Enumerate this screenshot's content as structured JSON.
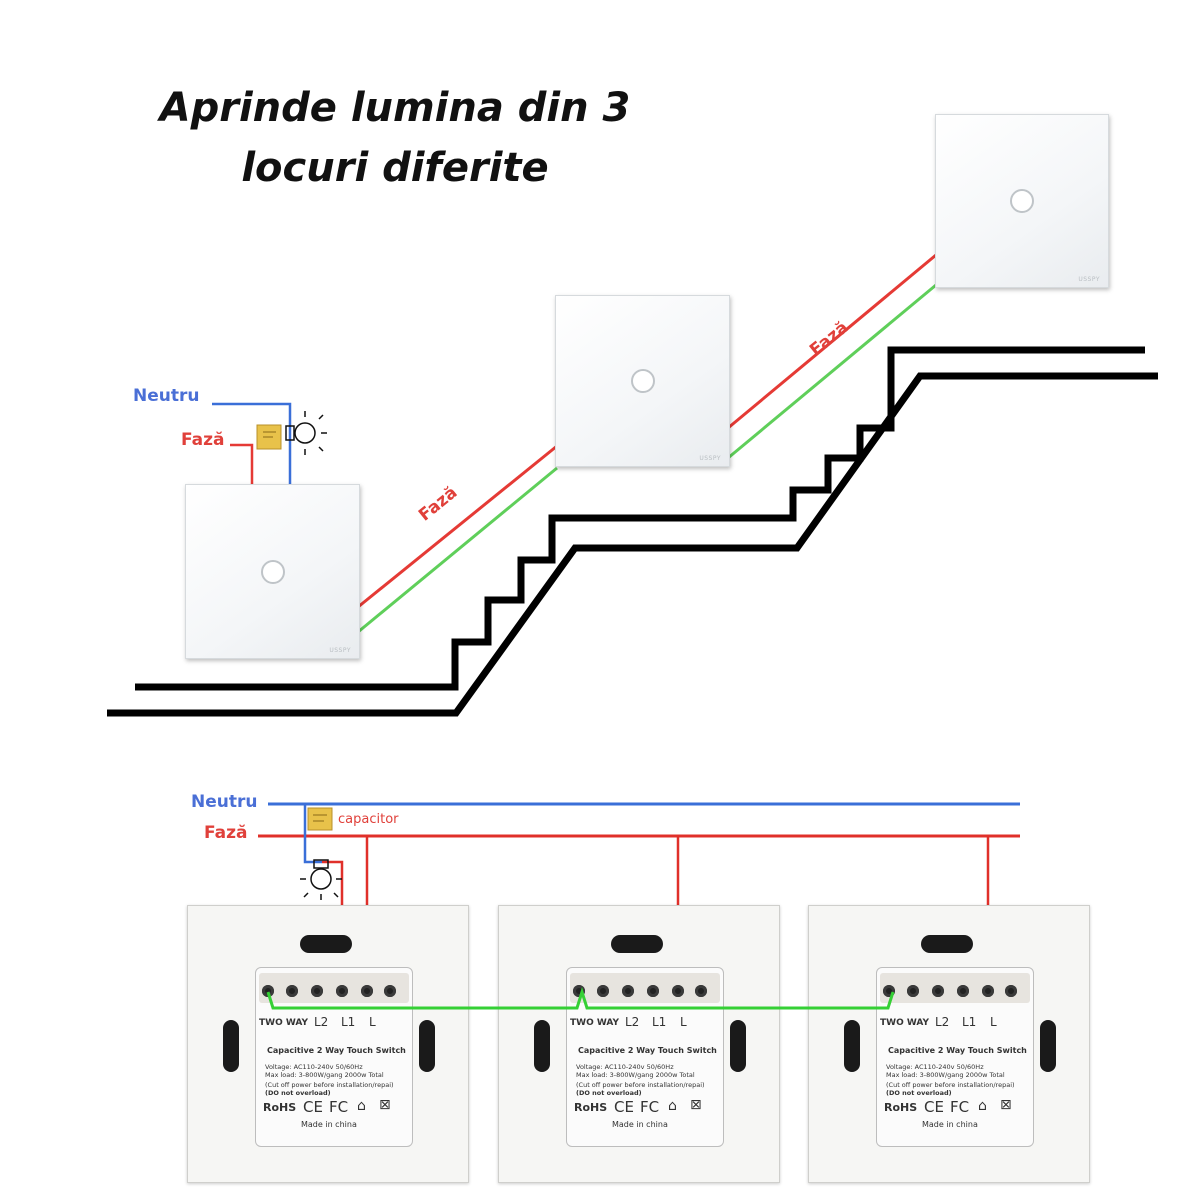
{
  "title": {
    "line1": "Aprinde lumina din 3",
    "line2": "locuri diferite"
  },
  "top_diagram": {
    "neutral_label": "Neutru",
    "phase_label": "Fază",
    "wire_label_1": "Fază",
    "wire_label_2": "Fază",
    "brand": "USSPY"
  },
  "bottom_diagram": {
    "neutral_label": "Neutru",
    "phase_label": "Fază",
    "capacitor_label": "capacitor",
    "module": {
      "mode": "TWO WAY",
      "terminals": [
        "L2",
        "L1",
        "L"
      ],
      "name": "Capacitive 2 Way Touch Switch",
      "voltage": "Voltage: AC110-240v 50/60Hz",
      "load": "Max load: 3-800W/gang  2000w Total",
      "warning1": "(Cut off power before installation/repai)",
      "warning2": "(DO not overload)",
      "marks": [
        "RoHS",
        "CE",
        "FC"
      ],
      "origin": "Made in china"
    }
  },
  "colors": {
    "neutral": "#3a6fd8",
    "phase": "#e0302a",
    "traveler": "#2ecc2e",
    "stairs": "#000000"
  }
}
